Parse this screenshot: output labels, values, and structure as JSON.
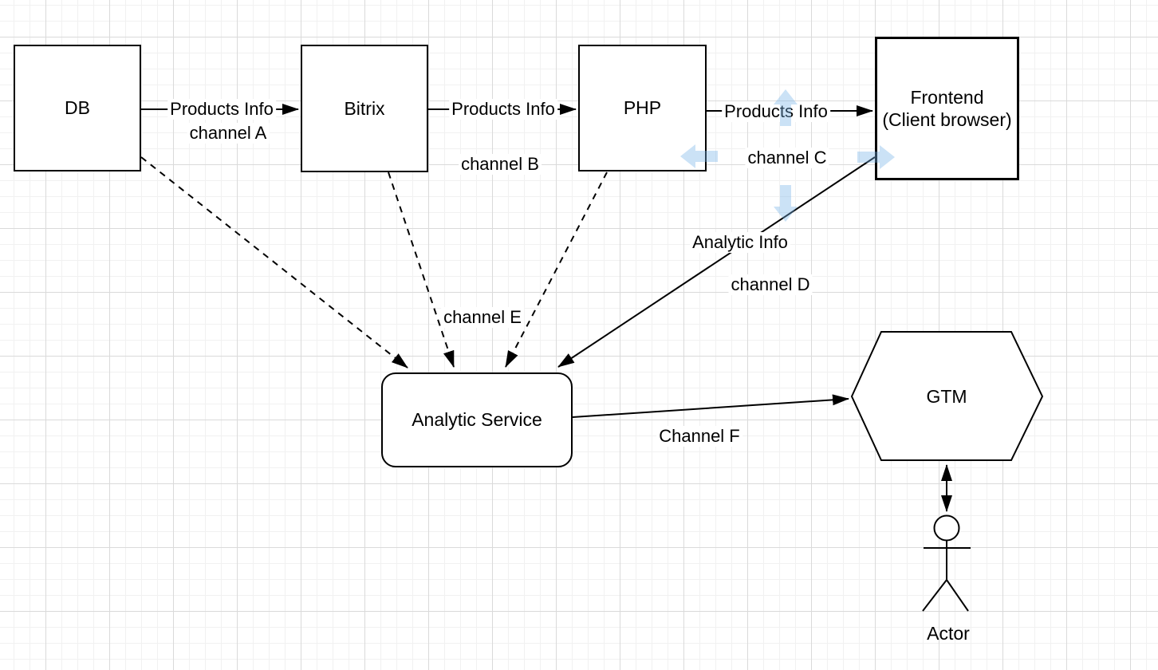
{
  "colors": {
    "stroke": "#000000",
    "node_fill": "#ffffff",
    "hover_arrow_blue": "#cbe2f6",
    "grid_minor": "#f1f1f1",
    "grid_major": "#dadada",
    "canvas_background": "#ffffff"
  },
  "nodes": {
    "db": {
      "label": "DB"
    },
    "bitrix": {
      "label": "Bitrix"
    },
    "php": {
      "label": "PHP"
    },
    "frontend": {
      "label_line1": "Frontend",
      "label_line2": "(Client browser)"
    },
    "analytic_service": {
      "label": "Analytic Service"
    },
    "gtm": {
      "label": "GTM"
    },
    "actor": {
      "label": "Actor"
    }
  },
  "edges": {
    "db_bitrix": {
      "label": "Products Info",
      "channel": "channel A"
    },
    "bitrix_php": {
      "label": "Products Info",
      "channel": "channel B"
    },
    "php_frontend": {
      "label": "Products Info",
      "channel": "channel C"
    },
    "frontend_analytic": {
      "label": "Analytic Info",
      "channel": "channel D"
    },
    "bitrix_analytic": {
      "channel": "channel E"
    },
    "analytic_gtm": {
      "label": "Channel F"
    }
  }
}
